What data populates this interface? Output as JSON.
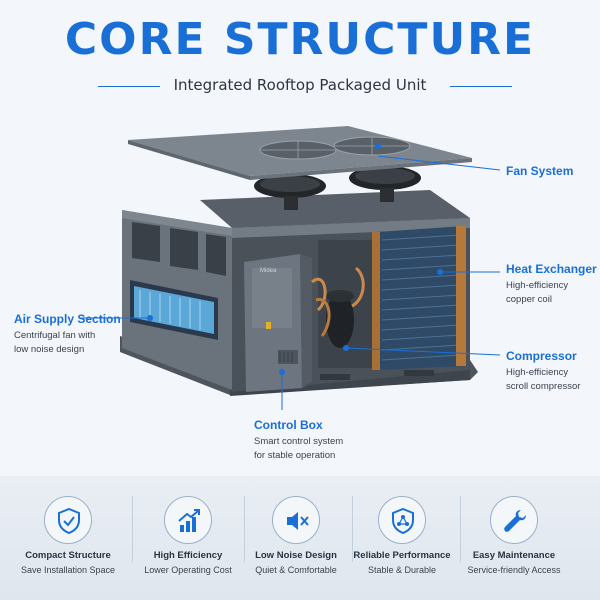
{
  "header": {
    "title": "CORE STRUCTURE",
    "subtitle": "Integrated Rooftop Packaged Unit"
  },
  "callouts": {
    "fan": {
      "head": "Fan System"
    },
    "exchanger": {
      "head": "Heat Exchanger",
      "desc1": "High-efficiency",
      "desc2": "copper coil"
    },
    "air": {
      "head": "Air Supply Section",
      "desc1": "Centrifugal fan with",
      "desc2": "low noise design"
    },
    "compressor": {
      "head": "Compressor",
      "desc1": "High-efficiency",
      "desc2": "scroll compressor"
    },
    "control": {
      "head": "Control Box",
      "desc1": "Smart control system",
      "desc2": "for stable operation"
    }
  },
  "brand": {
    "logo_text": "Midea"
  },
  "features": [
    {
      "name": "Compact Structure",
      "desc": "Save Installation Space",
      "icon": "shield-check-icon"
    },
    {
      "name": "High Efficiency",
      "desc": "Lower Operating Cost",
      "icon": "bar-chart-arrow-icon"
    },
    {
      "name": "Low Noise Design",
      "desc": "Quiet & Comfortable",
      "icon": "speaker-mute-icon"
    },
    {
      "name": "Reliable Performance",
      "desc": "Stable & Durable",
      "icon": "shield-network-icon"
    },
    {
      "name": "Easy Maintenance",
      "desc": "Service-friendly Access",
      "icon": "wrench-icon"
    }
  ],
  "colors": {
    "accent": "#1a6fd6",
    "unit_body": "#5d6570",
    "coil": "#3d5f82"
  }
}
